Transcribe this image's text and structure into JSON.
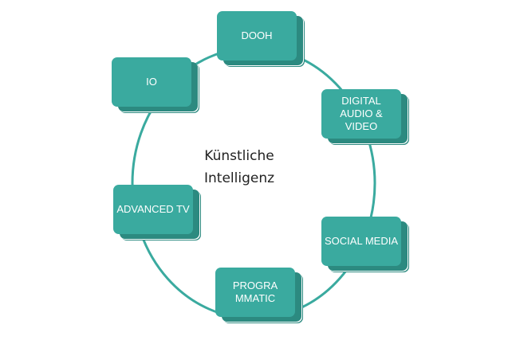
{
  "center": {
    "line1": "Künstliche",
    "line2": "Intelligenz"
  },
  "nodes": [
    {
      "id": "dooh",
      "label": "DOOH"
    },
    {
      "id": "digital",
      "label": "DIGITAL\nAUDIO &\nVIDEO"
    },
    {
      "id": "social",
      "label": "SOCIAL MEDIA"
    },
    {
      "id": "programmatic",
      "label": "PROGRA\nMMATIC"
    },
    {
      "id": "advanced",
      "label": "ADVANCED TV"
    },
    {
      "id": "io",
      "label": "IO"
    }
  ],
  "colors": {
    "node": "#3aaa9f",
    "node_side": "#2c8a80",
    "ring": "#3aaa9f",
    "text": "#222222"
  }
}
